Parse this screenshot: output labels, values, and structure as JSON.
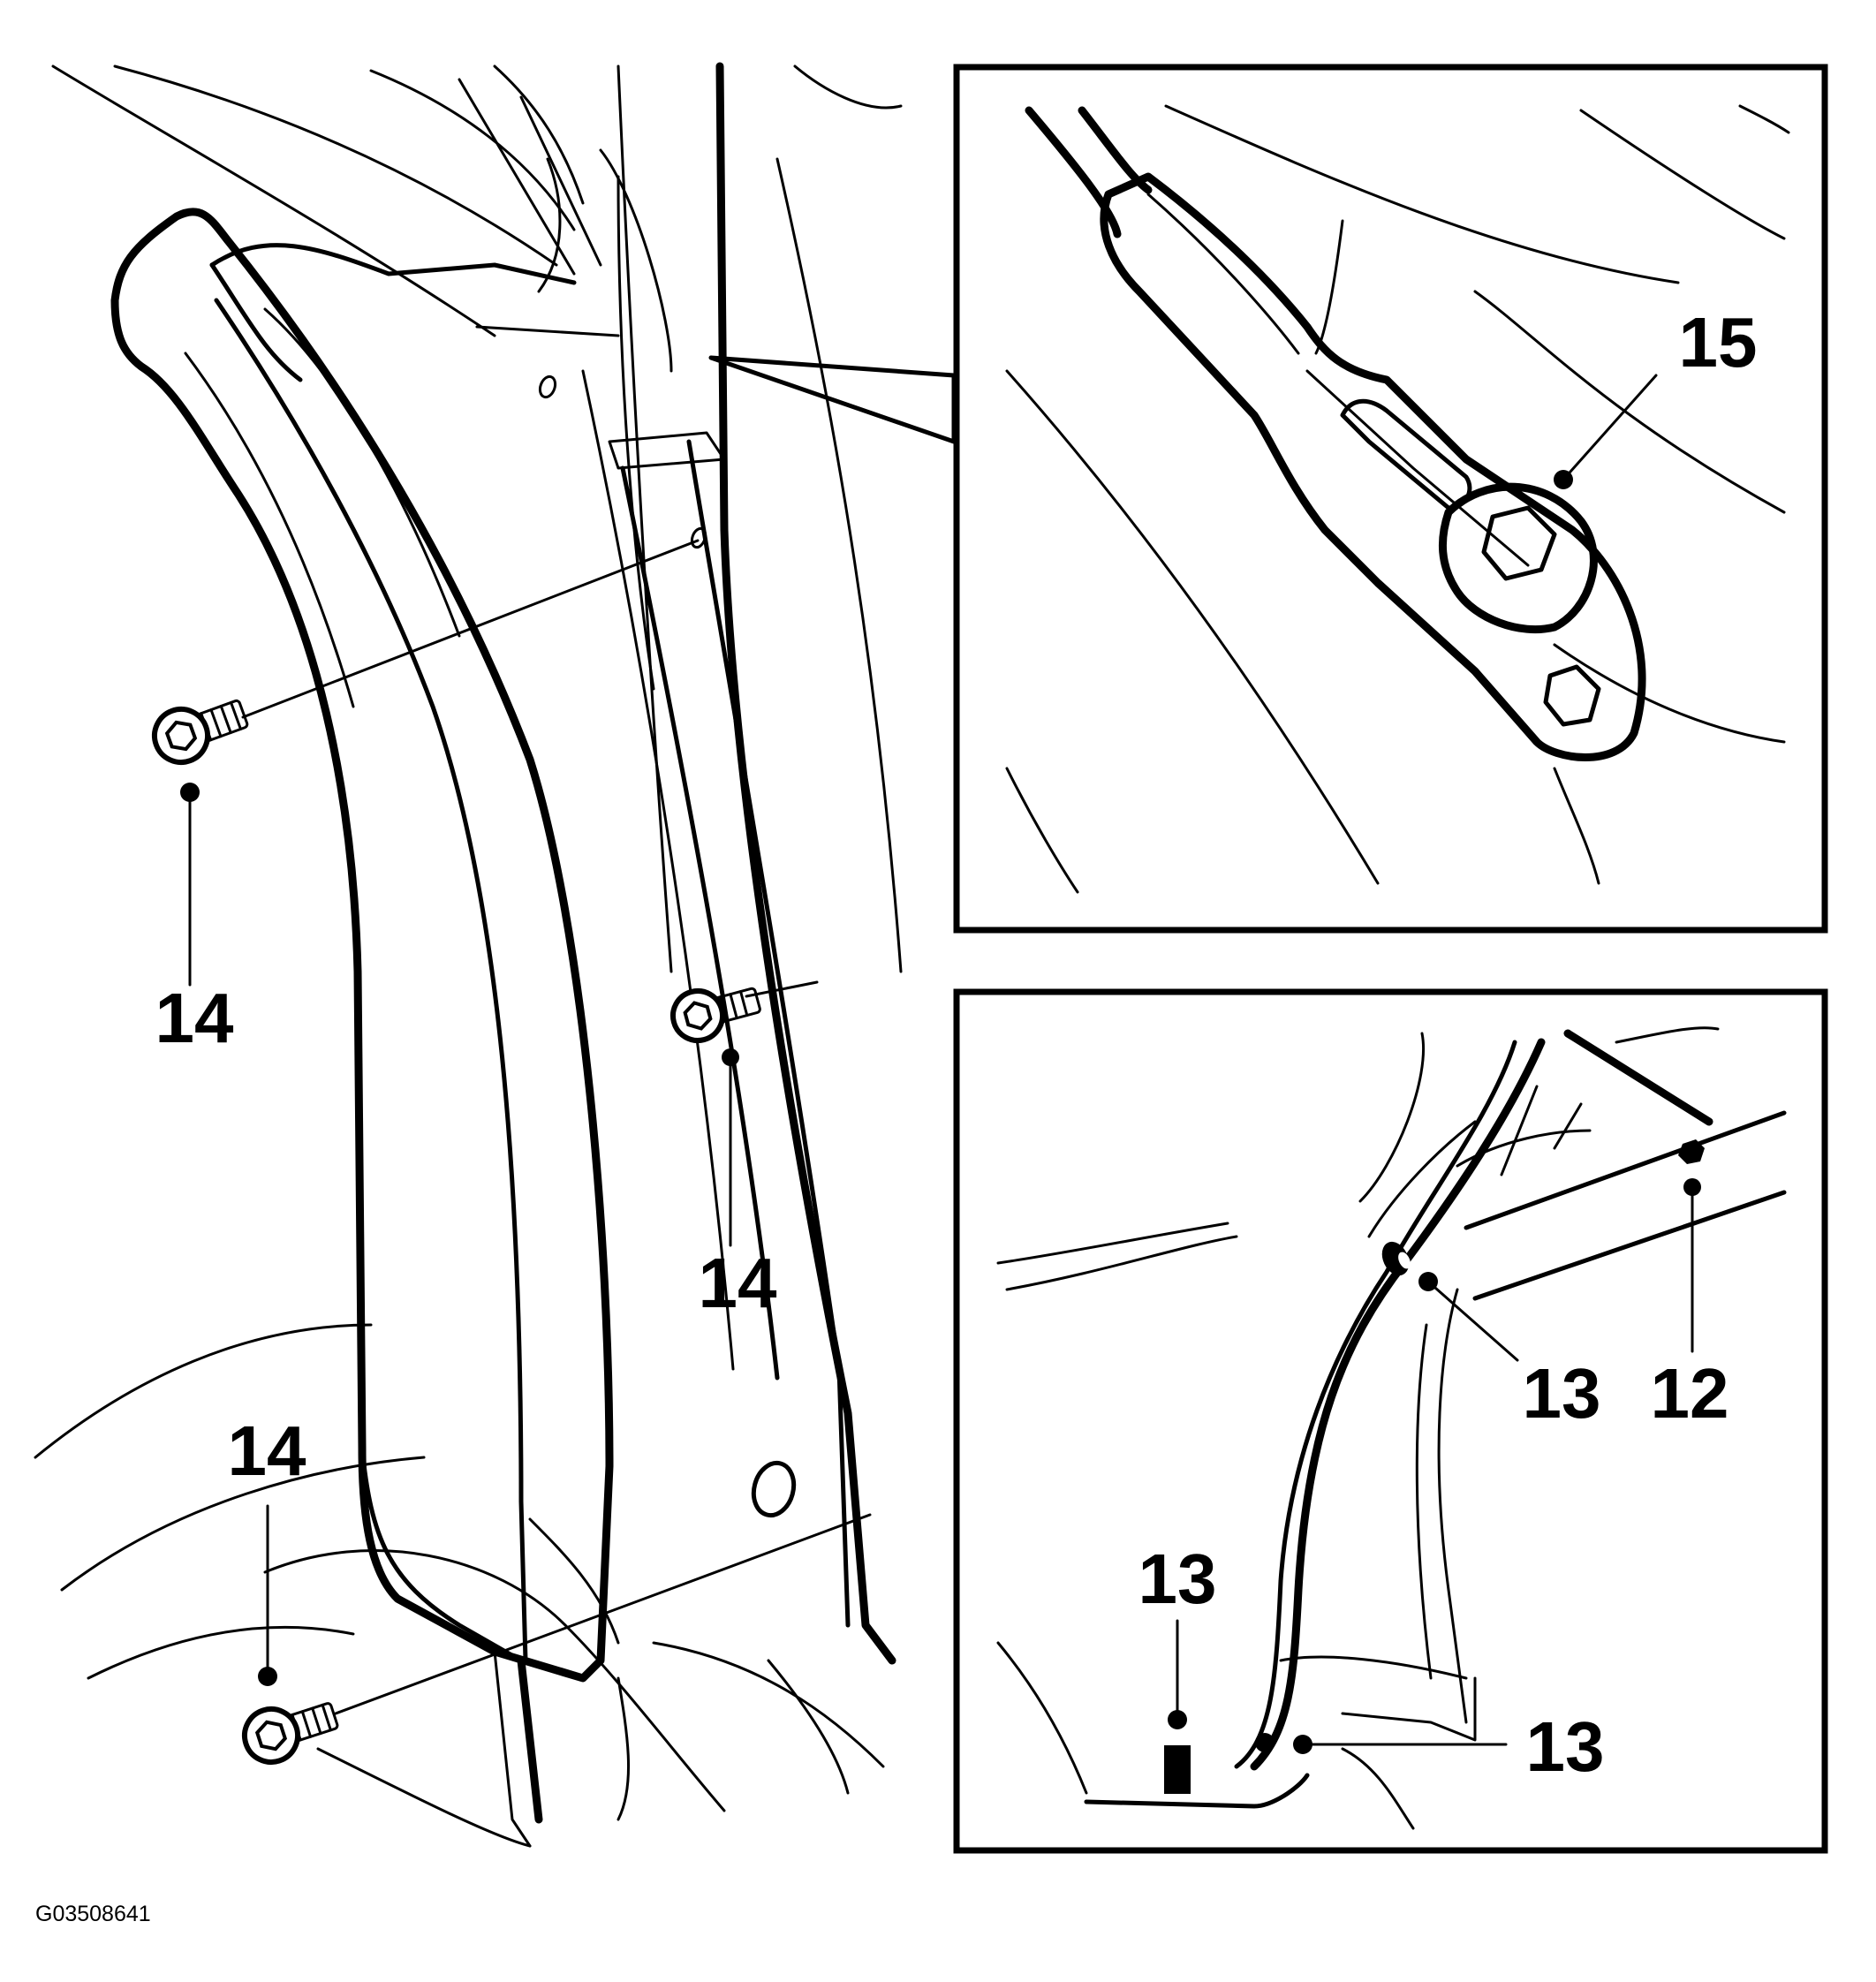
{
  "figure_code": "G03508641",
  "labels": {
    "bolt_upper_left": "14",
    "bolt_middle": "14",
    "bolt_lower_left": "14",
    "inset_top_fastener": "15",
    "inset_bottom_clip_upper": "13",
    "inset_bottom_clip_12": "12",
    "inset_bottom_clip_lower_left": "13",
    "inset_bottom_clip_lower_right": "13"
  }
}
